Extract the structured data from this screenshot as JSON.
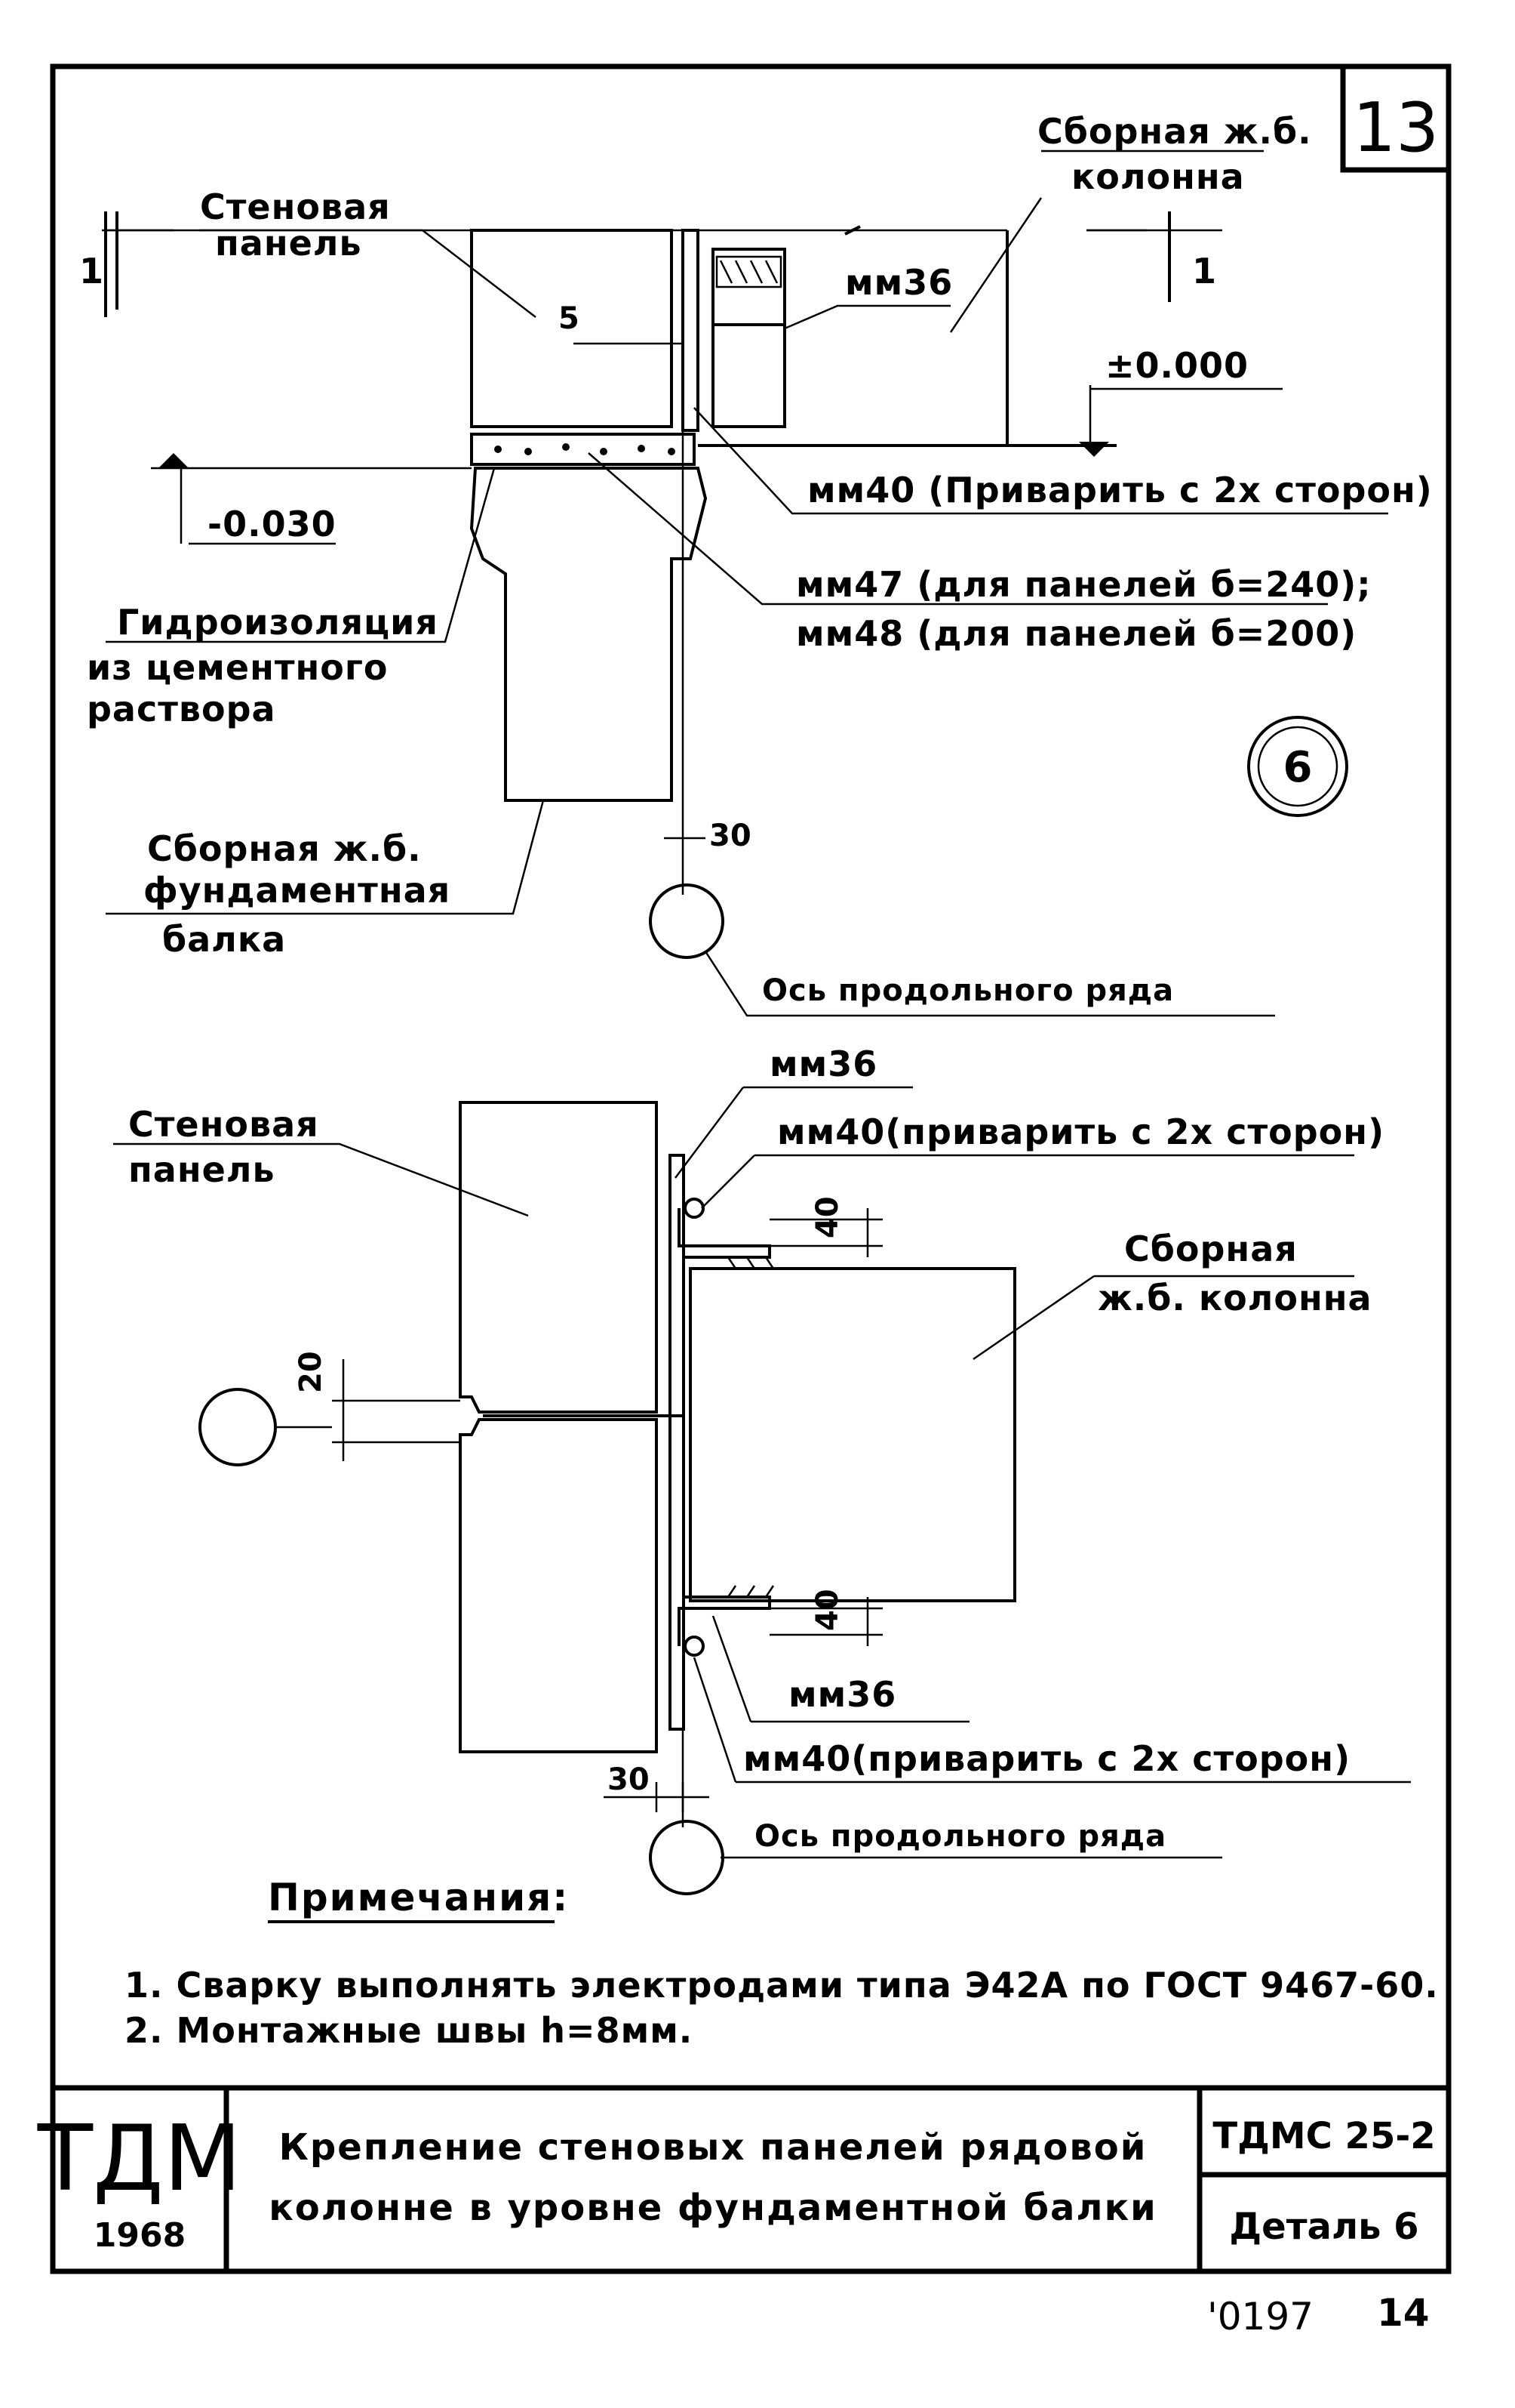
{
  "sheet": {
    "number": "13",
    "footer_code": "'0197",
    "footer_page": "14"
  },
  "detail_circle": "6",
  "upper_section": {
    "wall_panel": "Стеновая\nпанель",
    "column": "Сборная ж.б.\nколонна",
    "section_mark_left": "1",
    "section_mark_right": "1",
    "mm36": "мм36",
    "level_zero": "±0.000",
    "level_minus": "-0.030",
    "mm40": "мм40 (Приварить с 2х сторон)",
    "mm47": "мм47 (для панелей б=240);",
    "mm48": "мм48 (для панелей б=200)",
    "waterproofing": "Гидроизоляция\nиз цементного\nраствора",
    "foundation_beam": "Сборная ж.б.\nфундаментная\nбалка",
    "dim_30": "30",
    "dim_5": "5",
    "axis": "Ось продольного ряда"
  },
  "lower_section": {
    "mm36_top": "мм36",
    "mm40_top": "мм40(приварить с 2х сторон)",
    "wall_panel": "Стеновая\nпанель",
    "column": "Сборная\nж.б. колонна",
    "dim_20": "20",
    "dim_40_top": "40",
    "dim_40_bottom": "40",
    "mm36_bottom": "мм36",
    "mm40_bottom": "мм40(приварить с 2х сторон)",
    "dim_30": "30",
    "axis": "Ось продольного ряда"
  },
  "notes": {
    "heading": "Примечания:",
    "items": [
      "1. Сварку выполнять электродами типа Э42А по ГОСТ 9467-60.",
      "2. Монтажные швы h=8мм."
    ]
  },
  "title_block": {
    "logo": "ТДМ",
    "year": "1968",
    "title_line1": "Крепление стеновых панелей рядовой",
    "title_line2": "колонне в уровне фундаментной балки",
    "code": "ТДМС 25-2",
    "detail": "Деталь 6"
  }
}
